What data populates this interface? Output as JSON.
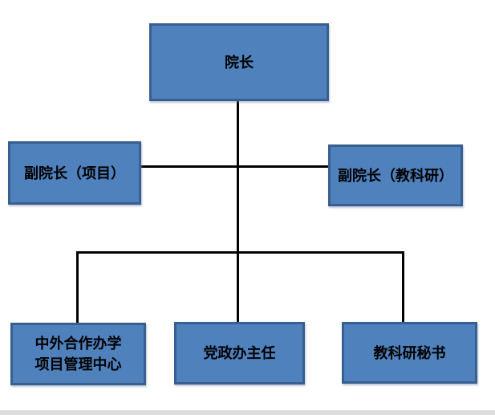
{
  "diagram": {
    "type": "org-chart",
    "nodes": {
      "dean": {
        "label": "院长"
      },
      "vice_dean_project": {
        "label": "副院长（项目）"
      },
      "vice_dean_research": {
        "label": "副院长（教科研）"
      },
      "cooperation_center": {
        "line1": "中外合作办学",
        "line2": "项目管理中心"
      },
      "party_office_director": {
        "label": "党政办主任"
      },
      "research_secretary": {
        "label": "教科研秘书"
      }
    },
    "edges": [
      {
        "from": "院长",
        "to": "副院长（项目）"
      },
      {
        "from": "院长",
        "to": "副院长（教科研）"
      },
      {
        "from": "院长",
        "to": "中外合作办学项目管理中心"
      },
      {
        "from": "院长",
        "to": "党政办主任"
      },
      {
        "from": "院长",
        "to": "教科研秘书"
      }
    ],
    "colors": {
      "box_fill": "#4F81BD",
      "box_border": "#376091",
      "connector": "#000000",
      "text": "#000000",
      "bottom_bar": "#DCDCDC",
      "background": "#FFFFFF"
    }
  }
}
